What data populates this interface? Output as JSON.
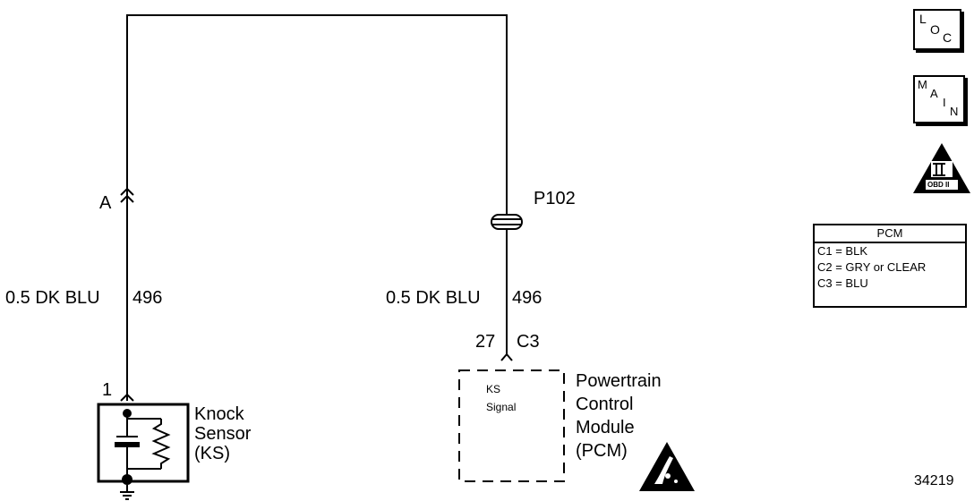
{
  "connector_a": "A",
  "splice": "P102",
  "left_wire": {
    "gauge_color": "0.5 DK BLU",
    "circuit": "496"
  },
  "right_wire": {
    "gauge_color": "0.5 DK BLU",
    "circuit": "496"
  },
  "pcm_pin": {
    "pin": "27",
    "connector": "C3"
  },
  "sensor_pin": "1",
  "knock_sensor": {
    "line1": "Knock",
    "line2": "Sensor",
    "line3": "(KS)"
  },
  "ks_signal": {
    "line1": "KS",
    "line2": "Signal"
  },
  "pcm_label": {
    "line1": "Powertrain",
    "line2": "Control",
    "line3": "Module",
    "line4": "(PCM)"
  },
  "figure_number": "34219",
  "loc_icon": {
    "c1": "L",
    "c2": "O",
    "c3": "C"
  },
  "main_icon": {
    "c1": "M",
    "c2": "A",
    "c3": "I",
    "c4": "N"
  },
  "obd_icon": {
    "roman": "II",
    "label": "OBD II"
  },
  "pcm_legend": {
    "title": "PCM",
    "rows": [
      "C1 = BLK",
      "C2 = GRY or CLEAR",
      "C3 = BLU"
    ]
  }
}
